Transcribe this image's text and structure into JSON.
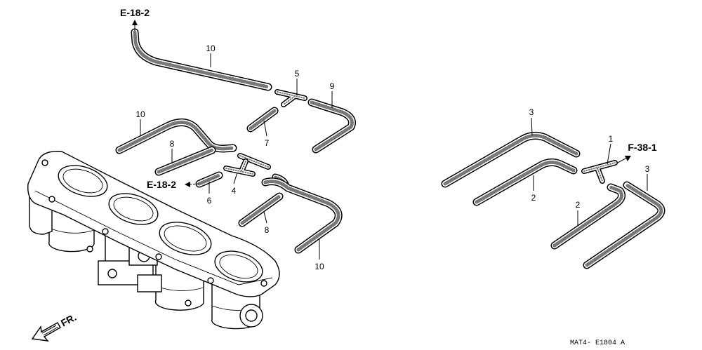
{
  "reference_arrows": {
    "top": "E-18-2",
    "middle": "E-18-2",
    "right": "F-38-1"
  },
  "part_labels": [
    "10",
    "5",
    "9",
    "7",
    "10",
    "8",
    "4",
    "6",
    "8",
    "10",
    "3",
    "1",
    "3",
    "2",
    "2"
  ],
  "front_marker": "FR.",
  "diagram_code": "MAT4- E1804 A",
  "colors": {
    "line": "#000000",
    "background": "#ffffff"
  }
}
